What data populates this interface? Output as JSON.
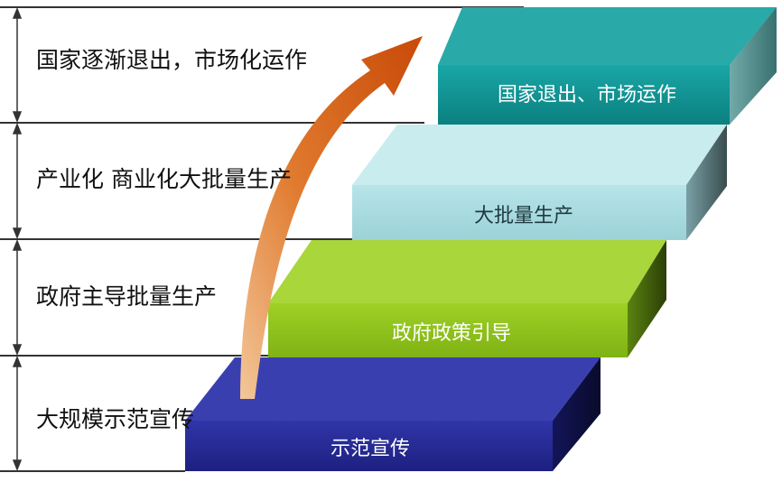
{
  "stages": [
    {
      "label": "国家逐渐退出，市场化运作",
      "step_text": "国家退出、市场运作"
    },
    {
      "label": "产业化 商业化大批量生产",
      "step_text": "大批量生产"
    },
    {
      "label": "政府主导批量生产",
      "step_text": "政府政策引导"
    },
    {
      "label": "大规模示范宣传",
      "step_text": "示范宣传"
    }
  ],
  "colors": {
    "step_top": "#16a0a0",
    "step_front_top": "#0e8a8a",
    "step_second": "#a8dde2",
    "step_third": "#93c81f",
    "step_bottom": "#2a2f9a",
    "arrow": "#d85a10",
    "lines": "#333333"
  }
}
